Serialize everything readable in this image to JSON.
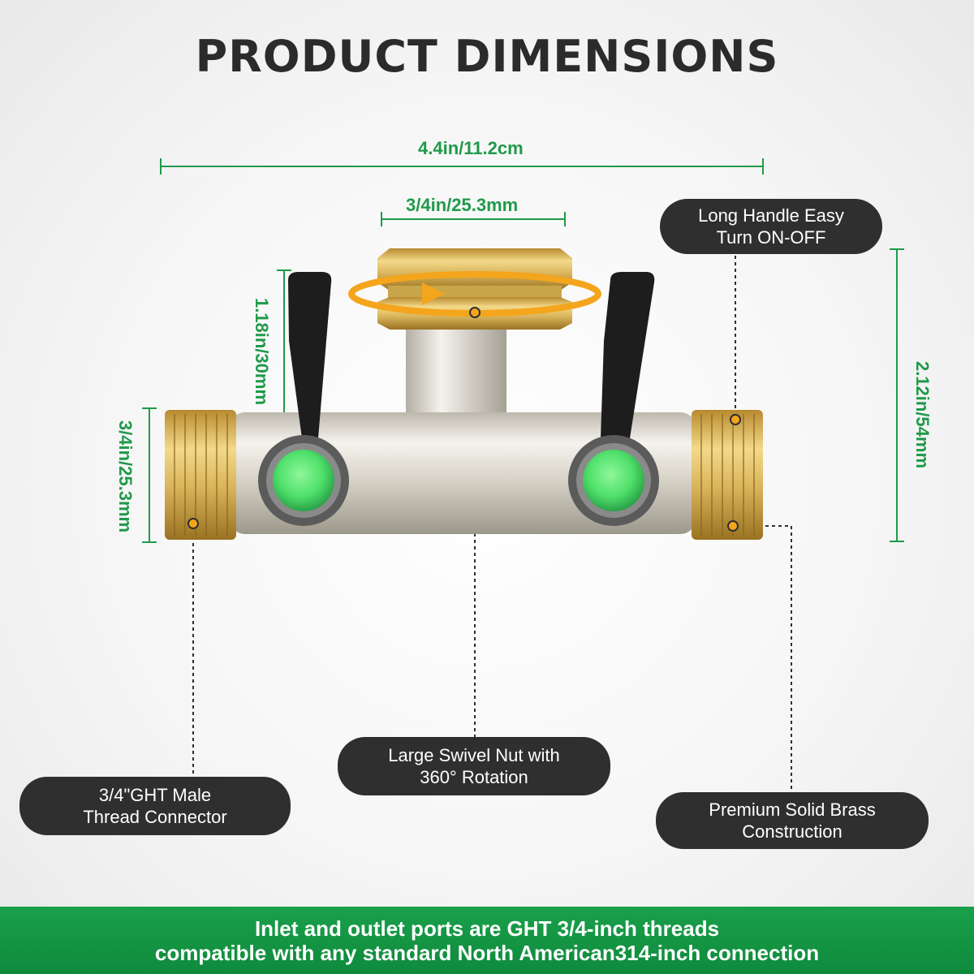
{
  "title": "PRODUCT DIMENSIONS",
  "dimensions": {
    "overall_width": "4.4in/11.2cm",
    "nut_width": "3/4in/25.3mm",
    "handle_height": "1.18in/30mm",
    "thread_diameter": "3/4in/25.3mm",
    "overall_height": "2.12in/54mm"
  },
  "callouts": {
    "handle": [
      "Long Handle Easy",
      "Turn ON-OFF"
    ],
    "swivel": [
      "Large Swivel Nut with",
      "360° Rotation"
    ],
    "thread": [
      "3/4\"GHT Male",
      "Thread Connector"
    ],
    "brass": [
      "Premium Solid Brass",
      "Construction"
    ]
  },
  "banner": [
    "Inlet and outlet ports are GHT 3/4-inch threads",
    "compatible with any standard North American314-inch connection"
  ],
  "colors": {
    "accent_green": "#1f9a4a",
    "callout_bg": "#2f2f2f",
    "brass": "#d9b45a",
    "valve_button": "#4fe06a"
  }
}
